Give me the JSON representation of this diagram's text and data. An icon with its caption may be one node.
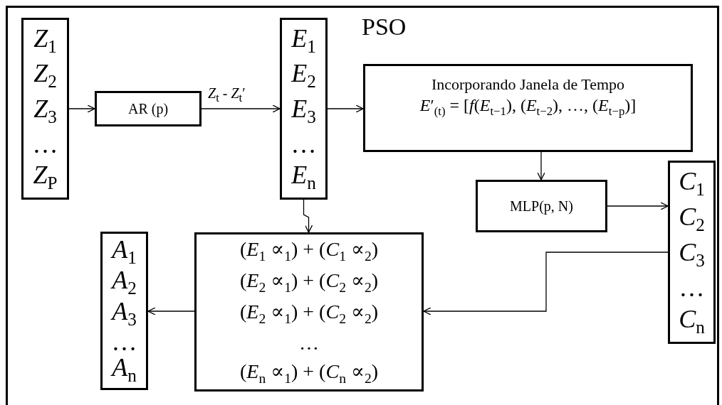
{
  "diagram": {
    "nodes": [
      {
        "text": [
          "PSO"
        ]
      },
      {
        "text": [
          "*Z*$_{1}$",
          "*Z*$_{2}$",
          "*Z*$_{3}$",
          "…",
          "*Z*$_{P}$"
        ],
        "in": 0
      },
      {
        "text": [
          "AR (p)"
        ],
        "in": 0
      },
      {
        "text": [
          "*E*$_{1}$",
          "*E*$_{2}$",
          "*E*$_{3}$",
          "…",
          "*E*$_{n}$"
        ],
        "in": 0
      },
      {
        "text": [
          "Incorporando Janela de Tempo",
          "*E*′$_{(t)}$ = [*f*(*E*$_{t−1}$), (*E*$_{t−2}$), …, (*E*$_{t−p}$)]"
        ],
        "in": 0
      },
      {
        "text": [
          "MLP(p, N)"
        ],
        "in": 0
      },
      {
        "text": [
          "*C*$_{1}$",
          "*C*$_{2}$",
          "*C*$_{3}$",
          "…",
          "*C*$_{n}$"
        ],
        "in": 0
      },
      {
        "text": [
          "*A*$_{1}$",
          "*A*$_{2}$",
          "*A*$_{3}$",
          "…",
          "*A*$_{n}$"
        ],
        "in": 0
      },
      {
        "text": [
          "(*E*$_{1}$ ∝$_{1}$) + (*C*$_{1}$ ∝$_{2}$)",
          "(*E*$_{2}$ ∝$_{1}$) + (*C*$_{2}$ ∝$_{2}$)",
          "(*E*$_{2}$ ∝$_{1}$) + (*C*$_{2}$ ∝$_{2}$)",
          "…",
          "(*E*$_{n}$ ∝$_{1}$) + (*C*$_{n}$ ∝$_{2}$)"
        ],
        "in": 0
      }
    ],
    "edges": [
      {
        "from": 1,
        "to": 2,
        "arrow": "to"
      },
      {
        "from": 2,
        "to": 3,
        "arrow": "to",
        "label": "*Z*$_{t}$ - *Z*$_{t}$′"
      },
      {
        "from": 3,
        "to": 4,
        "arrow": "to"
      },
      {
        "from": 4,
        "to": 5,
        "arrow": "to"
      },
      {
        "from": 5,
        "to": 6,
        "arrow": "to"
      },
      {
        "from": 3,
        "to": 8,
        "arrow": "to"
      },
      {
        "from": 6,
        "to": 8,
        "arrow": "to"
      },
      {
        "from": 8,
        "to": 7,
        "arrow": "to"
      }
    ]
  }
}
